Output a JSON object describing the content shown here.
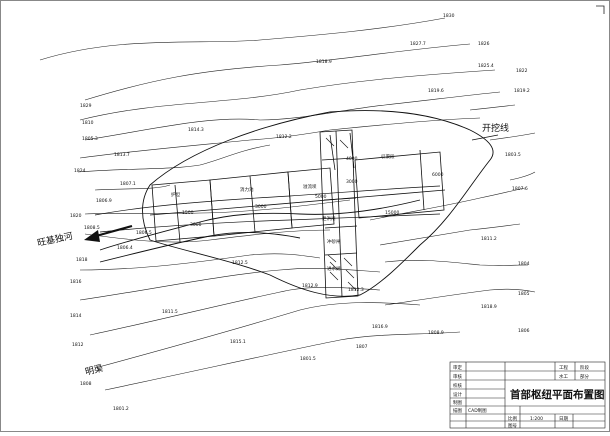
{
  "drawing": {
    "title": "首部枢纽平面布置图",
    "labels": {
      "excavation_line": "开挖线",
      "river": "旺基独河",
      "stream": "明渠"
    },
    "elevations": [
      "1830",
      "1827.7",
      "1826",
      "1825.4",
      "1822",
      "1819.2",
      "1819.6",
      "1818.9",
      "1814.3",
      "1813.7",
      "1812.2",
      "1807.1",
      "1806.9",
      "1806.5",
      "1806.4",
      "1808.5",
      "1812.9",
      "1811.5",
      "1815.1",
      "1818.9",
      "1816.9",
      "1812.3",
      "1811.2",
      "1807.6",
      "1812.5",
      "1808.9",
      "1807",
      "1803.5",
      "1801.5",
      "1804",
      "1805",
      "1806",
      "1808",
      "1812",
      "1814",
      "1816",
      "1818",
      "1820",
      "1824",
      "1829",
      "1810",
      "1805.3",
      "1801.2"
    ],
    "dims": [
      "3000",
      "3000",
      "15000",
      "5000",
      "4000",
      "3000",
      "6000",
      "1500"
    ],
    "structure_labels": [
      "护坦",
      "消力池",
      "溢流坝",
      "冲砂闸",
      "进水闸",
      "泄洪闸",
      "引渠段"
    ],
    "title_block": {
      "rows": [
        "审定",
        "审核",
        "校核",
        "设计",
        "制图",
        "描图",
        "CAD制图"
      ],
      "right_top": [
        "工程",
        "阶段",
        "水工",
        "部分"
      ],
      "scale_label": "比例",
      "scale_value": "1:200",
      "date_label": "日期",
      "number_label": "图号"
    }
  }
}
